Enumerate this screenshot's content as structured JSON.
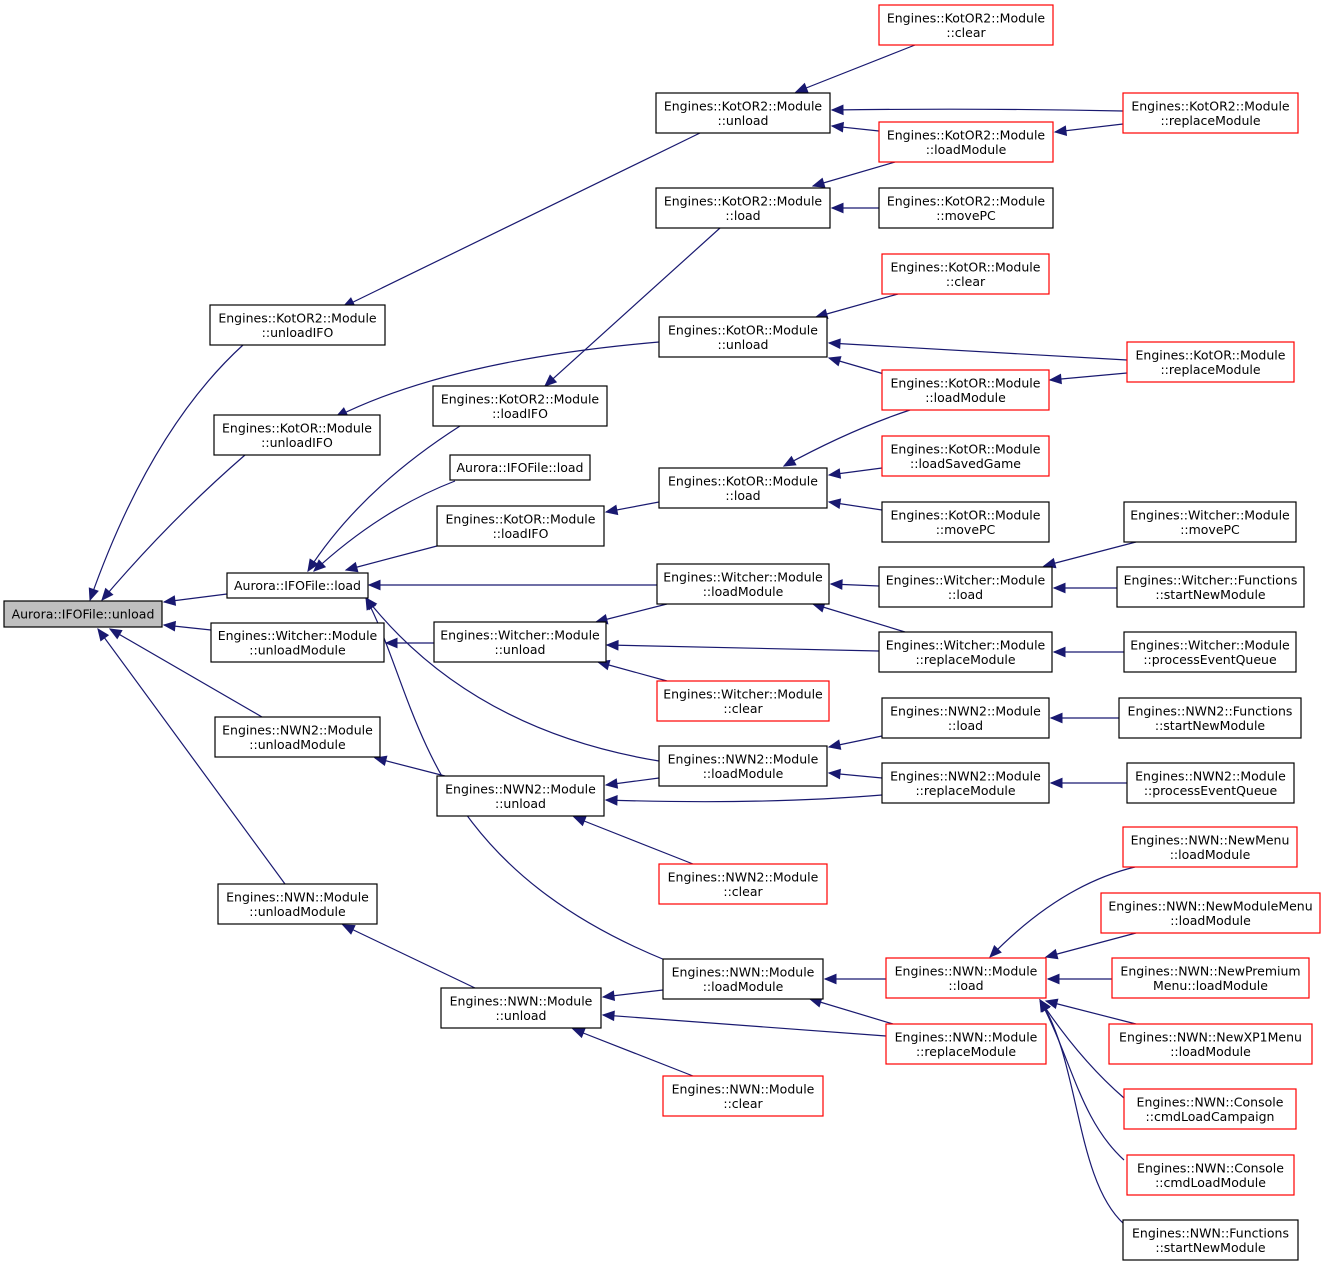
{
  "colors": {
    "edge": "#191970",
    "border_normal": "#000000",
    "border_truncated": "#ff0000",
    "root_fill": "#bfbfbf"
  },
  "nodes": [
    {
      "id": "root",
      "lines": [
        "Aurora::IFOFile::unload"
      ],
      "style": "root"
    },
    {
      "id": "k2_unloadIFO",
      "lines": [
        "Engines::KotOR2::Module",
        "::unloadIFO"
      ],
      "style": "normal"
    },
    {
      "id": "k1_unloadIFO",
      "lines": [
        "Engines::KotOR::Module",
        "::unloadIFO"
      ],
      "style": "normal"
    },
    {
      "id": "ifo_load",
      "lines": [
        "Aurora::IFOFile::load"
      ],
      "style": "normal"
    },
    {
      "id": "w_unloadModule",
      "lines": [
        "Engines::Witcher::Module",
        "::unloadModule"
      ],
      "style": "normal"
    },
    {
      "id": "n2_unloadModule",
      "lines": [
        "Engines::NWN2::Module",
        "::unloadModule"
      ],
      "style": "normal"
    },
    {
      "id": "n1_unloadModule",
      "lines": [
        "Engines::NWN::Module",
        "::unloadModule"
      ],
      "style": "normal"
    },
    {
      "id": "k2_loadIFO",
      "lines": [
        "Engines::KotOR2::Module",
        "::loadIFO"
      ],
      "style": "normal"
    },
    {
      "id": "ifo_load2",
      "lines": [
        "Aurora::IFOFile::load"
      ],
      "style": "normal"
    },
    {
      "id": "k1_loadIFO",
      "lines": [
        "Engines::KotOR::Module",
        "::loadIFO"
      ],
      "style": "normal"
    },
    {
      "id": "w_unload",
      "lines": [
        "Engines::Witcher::Module",
        "::unload"
      ],
      "style": "normal"
    },
    {
      "id": "n2_unload",
      "lines": [
        "Engines::NWN2::Module",
        "::unload"
      ],
      "style": "normal"
    },
    {
      "id": "n1_unload",
      "lines": [
        "Engines::NWN::Module",
        "::unload"
      ],
      "style": "normal"
    },
    {
      "id": "k2_unload",
      "lines": [
        "Engines::KotOR2::Module",
        "::unload"
      ],
      "style": "normal"
    },
    {
      "id": "k2_load",
      "lines": [
        "Engines::KotOR2::Module",
        "::load"
      ],
      "style": "normal"
    },
    {
      "id": "k1_unload",
      "lines": [
        "Engines::KotOR::Module",
        "::unload"
      ],
      "style": "normal"
    },
    {
      "id": "k1_load",
      "lines": [
        "Engines::KotOR::Module",
        "::load"
      ],
      "style": "normal"
    },
    {
      "id": "w_loadModule",
      "lines": [
        "Engines::Witcher::Module",
        "::loadModule"
      ],
      "style": "normal"
    },
    {
      "id": "w_clear",
      "lines": [
        "Engines::Witcher::Module",
        "::clear"
      ],
      "style": "truncated"
    },
    {
      "id": "n2_loadModule",
      "lines": [
        "Engines::NWN2::Module",
        "::loadModule"
      ],
      "style": "normal"
    },
    {
      "id": "n2_clear",
      "lines": [
        "Engines::NWN2::Module",
        "::clear"
      ],
      "style": "truncated"
    },
    {
      "id": "n1_loadModule",
      "lines": [
        "Engines::NWN::Module",
        "::loadModule"
      ],
      "style": "normal"
    },
    {
      "id": "n1_clear",
      "lines": [
        "Engines::NWN::Module",
        "::clear"
      ],
      "style": "truncated"
    },
    {
      "id": "k2_clear",
      "lines": [
        "Engines::KotOR2::Module",
        "::clear"
      ],
      "style": "truncated"
    },
    {
      "id": "k2_loadModule",
      "lines": [
        "Engines::KotOR2::Module",
        "::loadModule"
      ],
      "style": "truncated"
    },
    {
      "id": "k2_movePC",
      "lines": [
        "Engines::KotOR2::Module",
        "::movePC"
      ],
      "style": "normal"
    },
    {
      "id": "k2_replaceModule",
      "lines": [
        "Engines::KotOR2::Module",
        "::replaceModule"
      ],
      "style": "truncated"
    },
    {
      "id": "k1_clear",
      "lines": [
        "Engines::KotOR::Module",
        "::clear"
      ],
      "style": "truncated"
    },
    {
      "id": "k1_loadModule",
      "lines": [
        "Engines::KotOR::Module",
        "::loadModule"
      ],
      "style": "truncated"
    },
    {
      "id": "k1_replaceModule",
      "lines": [
        "Engines::KotOR::Module",
        "::replaceModule"
      ],
      "style": "truncated"
    },
    {
      "id": "k1_loadSavedGame",
      "lines": [
        "Engines::KotOR::Module",
        "::loadSavedGame"
      ],
      "style": "truncated"
    },
    {
      "id": "k1_movePC",
      "lines": [
        "Engines::KotOR::Module",
        "::movePC"
      ],
      "style": "normal"
    },
    {
      "id": "w_load",
      "lines": [
        "Engines::Witcher::Module",
        "::load"
      ],
      "style": "normal"
    },
    {
      "id": "w_replaceModule",
      "lines": [
        "Engines::Witcher::Module",
        "::replaceModule"
      ],
      "style": "normal"
    },
    {
      "id": "w_movePC",
      "lines": [
        "Engines::Witcher::Module",
        "::movePC"
      ],
      "style": "normal"
    },
    {
      "id": "w_startNewModule",
      "lines": [
        "Engines::Witcher::Functions",
        "::startNewModule"
      ],
      "style": "normal"
    },
    {
      "id": "w_processEventQueue",
      "lines": [
        "Engines::Witcher::Module",
        "::processEventQueue"
      ],
      "style": "normal"
    },
    {
      "id": "n2_load",
      "lines": [
        "Engines::NWN2::Module",
        "::load"
      ],
      "style": "normal"
    },
    {
      "id": "n2_replaceModule",
      "lines": [
        "Engines::NWN2::Module",
        "::replaceModule"
      ],
      "style": "normal"
    },
    {
      "id": "n2_startNewModule",
      "lines": [
        "Engines::NWN2::Functions",
        "::startNewModule"
      ],
      "style": "normal"
    },
    {
      "id": "n2_processEventQueue",
      "lines": [
        "Engines::NWN2::Module",
        "::processEventQueue"
      ],
      "style": "normal"
    },
    {
      "id": "n1_load",
      "lines": [
        "Engines::NWN::Module",
        "::load"
      ],
      "style": "truncated"
    },
    {
      "id": "n1_replaceModule",
      "lines": [
        "Engines::NWN::Module",
        "::replaceModule"
      ],
      "style": "truncated"
    },
    {
      "id": "n1_newMenu",
      "lines": [
        "Engines::NWN::NewMenu",
        "::loadModule"
      ],
      "style": "truncated"
    },
    {
      "id": "n1_newModuleMenu",
      "lines": [
        "Engines::NWN::NewModuleMenu",
        "::loadModule"
      ],
      "style": "truncated"
    },
    {
      "id": "n1_newPremiumMenu",
      "lines": [
        "Engines::NWN::NewPremium",
        "Menu::loadModule"
      ],
      "style": "truncated"
    },
    {
      "id": "n1_newXP1Menu",
      "lines": [
        "Engines::NWN::NewXP1Menu",
        "::loadModule"
      ],
      "style": "truncated"
    },
    {
      "id": "n1_cmdLoadCampaign",
      "lines": [
        "Engines::NWN::Console",
        "::cmdLoadCampaign"
      ],
      "style": "truncated"
    },
    {
      "id": "n1_cmdLoadModule",
      "lines": [
        "Engines::NWN::Console",
        "::cmdLoadModule"
      ],
      "style": "truncated"
    },
    {
      "id": "n1_startNewModule",
      "lines": [
        "Engines::NWN::Functions",
        "::startNewModule"
      ],
      "style": "normal"
    }
  ],
  "edges": [
    {
      "from": "k2_unloadIFO",
      "to": "root"
    },
    {
      "from": "k1_unloadIFO",
      "to": "root"
    },
    {
      "from": "ifo_load",
      "to": "root"
    },
    {
      "from": "w_unloadModule",
      "to": "root"
    },
    {
      "from": "n2_unloadModule",
      "to": "root"
    },
    {
      "from": "n1_unloadModule",
      "to": "root"
    },
    {
      "from": "k2_unload",
      "to": "k2_unloadIFO"
    },
    {
      "from": "k1_unload",
      "to": "k1_unloadIFO"
    },
    {
      "from": "k2_loadIFO",
      "to": "ifo_load"
    },
    {
      "from": "ifo_load2",
      "to": "ifo_load"
    },
    {
      "from": "k1_loadIFO",
      "to": "ifo_load"
    },
    {
      "from": "w_loadModule",
      "to": "ifo_load"
    },
    {
      "from": "n2_loadModule",
      "to": "ifo_load"
    },
    {
      "from": "n1_loadModule",
      "to": "ifo_load"
    },
    {
      "from": "w_unload",
      "to": "w_unloadModule"
    },
    {
      "from": "n2_unload",
      "to": "n2_unloadModule"
    },
    {
      "from": "n1_unload",
      "to": "n1_unloadModule"
    },
    {
      "from": "k2_load",
      "to": "k2_loadIFO"
    },
    {
      "from": "k1_load",
      "to": "k1_loadIFO"
    },
    {
      "from": "w_loadModule",
      "to": "w_unload"
    },
    {
      "from": "w_replaceModule",
      "to": "w_unload"
    },
    {
      "from": "w_clear",
      "to": "w_unload"
    },
    {
      "from": "n2_loadModule",
      "to": "n2_unload"
    },
    {
      "from": "n2_replaceModule",
      "to": "n2_unload"
    },
    {
      "from": "n2_clear",
      "to": "n2_unload"
    },
    {
      "from": "n1_loadModule",
      "to": "n1_unload"
    },
    {
      "from": "n1_replaceModule",
      "to": "n1_unload"
    },
    {
      "from": "n1_clear",
      "to": "n1_unload"
    },
    {
      "from": "k2_clear",
      "to": "k2_unload"
    },
    {
      "from": "k2_replaceModule",
      "to": "k2_unload"
    },
    {
      "from": "k2_loadModule",
      "to": "k2_unload"
    },
    {
      "from": "k2_loadModule",
      "to": "k2_load"
    },
    {
      "from": "k2_movePC",
      "to": "k2_load"
    },
    {
      "from": "k2_replaceModule",
      "to": "k2_loadModule"
    },
    {
      "from": "k1_clear",
      "to": "k1_unload"
    },
    {
      "from": "k1_replaceModule",
      "to": "k1_unload"
    },
    {
      "from": "k1_loadModule",
      "to": "k1_unload"
    },
    {
      "from": "k1_replaceModule",
      "to": "k1_loadModule"
    },
    {
      "from": "k1_loadModule",
      "to": "k1_load"
    },
    {
      "from": "k1_loadSavedGame",
      "to": "k1_load"
    },
    {
      "from": "k1_movePC",
      "to": "k1_load"
    },
    {
      "from": "w_load",
      "to": "w_loadModule"
    },
    {
      "from": "w_replaceModule",
      "to": "w_loadModule"
    },
    {
      "from": "w_movePC",
      "to": "w_load"
    },
    {
      "from": "w_startNewModule",
      "to": "w_load"
    },
    {
      "from": "w_processEventQueue",
      "to": "w_replaceModule"
    },
    {
      "from": "n2_load",
      "to": "n2_loadModule"
    },
    {
      "from": "n2_replaceModule",
      "to": "n2_loadModule"
    },
    {
      "from": "n2_startNewModule",
      "to": "n2_load"
    },
    {
      "from": "n2_processEventQueue",
      "to": "n2_replaceModule"
    },
    {
      "from": "n1_load",
      "to": "n1_loadModule"
    },
    {
      "from": "n1_replaceModule",
      "to": "n1_loadModule"
    },
    {
      "from": "n1_newMenu",
      "to": "n1_load"
    },
    {
      "from": "n1_newModuleMenu",
      "to": "n1_load"
    },
    {
      "from": "n1_newPremiumMenu",
      "to": "n1_load"
    },
    {
      "from": "n1_newXP1Menu",
      "to": "n1_load"
    },
    {
      "from": "n1_cmdLoadCampaign",
      "to": "n1_load"
    },
    {
      "from": "n1_cmdLoadModule",
      "to": "n1_load"
    },
    {
      "from": "n1_startNewModule",
      "to": "n1_load"
    }
  ]
}
